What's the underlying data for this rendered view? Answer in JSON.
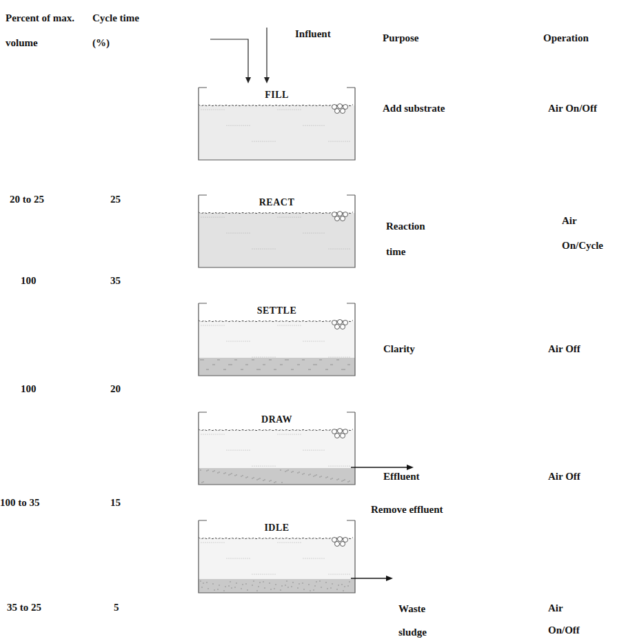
{
  "diagram": {
    "nodes": [
      {
        "text": [
          "FILL"
        ]
      },
      {
        "text": [
          "REACT"
        ]
      },
      {
        "text": [
          "SETTLE"
        ]
      },
      {
        "text": [
          "DRAW"
        ]
      },
      {
        "text": [
          "IDLE"
        ]
      }
    ],
    "labels": [
      "Percent of max. volume",
      "Cycle time (%)",
      "Influent",
      "Purpose",
      "Operation",
      "20 to 25",
      "25",
      "Add substrate",
      "Air On/Off",
      "100",
      "35",
      "Reaction time",
      "Air On/Cycle",
      "100",
      "20",
      "Clarity",
      "Air Off",
      "100 to 35",
      "15",
      "Effluent",
      "Remove effluent",
      "Air Off",
      "35 to 25",
      "5",
      "Waste sludge",
      "Air On/Off"
    ]
  }
}
